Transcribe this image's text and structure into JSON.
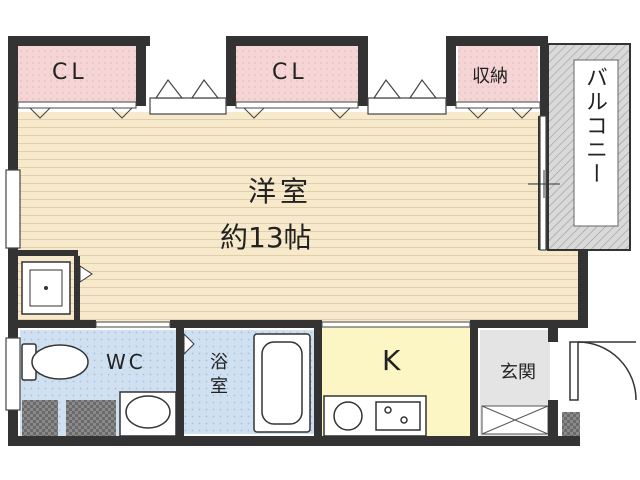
{
  "floorplan": {
    "rooms": {
      "closet_1": "CL",
      "closet_2": "CL",
      "storage": "収納",
      "balcony": "バルコニー",
      "western_room": "洋室",
      "western_room_size": "約13帖",
      "wc": "WC",
      "bathroom": "浴室",
      "kitchen": "K",
      "entrance": "玄関"
    },
    "colors": {
      "closet": "#f4d4d4",
      "storage": "#f4d4d4",
      "western_room": "#f6e9cc",
      "wc": "#cfe0f0",
      "bathroom": "#cfe0f0",
      "kitchen": "#fbf6c4",
      "entrance": "#e4e4e4",
      "balcony": "#d9d9d9",
      "wall": "#333333"
    }
  }
}
